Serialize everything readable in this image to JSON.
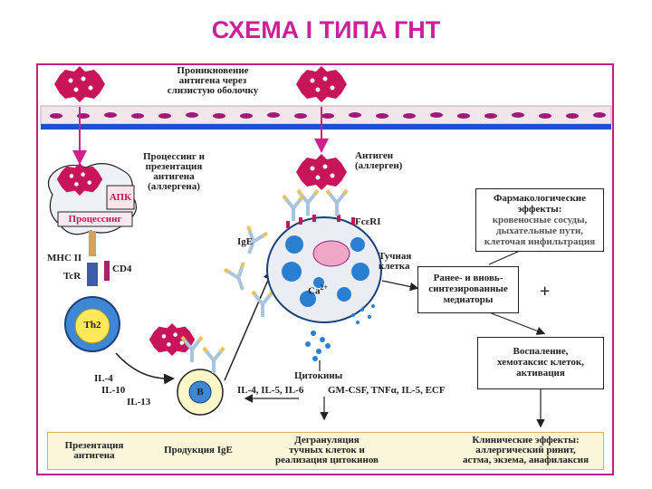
{
  "title": "СХЕМА I ТИПА ГНТ",
  "labels": {
    "penetration": [
      "Проникновение",
      "антигена через",
      "слизистую оболочку"
    ],
    "processing_presentation": [
      "Процессинг и",
      "презентация",
      "антигена",
      "(аллергена)"
    ],
    "apc": "АПК",
    "processing": "Процессинг",
    "mhc": "MHC II",
    "tcr": "TcR",
    "cd4": "CD4",
    "th2": "Th2",
    "il_left": [
      "IL-4",
      "IL-10",
      "IL-13"
    ],
    "b_cell": "B",
    "ige": "IgE",
    "antigen_allergen": [
      "Антиген",
      "(аллерген)"
    ],
    "fcer": "FcεRI",
    "mast_cell": [
      "Тучная",
      "клетка"
    ],
    "ca": "Ca",
    "ca_sup": "2+",
    "cytokines": "Цитокины",
    "il_mid": "IL-4, IL-5, IL-6",
    "cytokine_list": "GM-CSF, TNFα, IL-5, ECF",
    "plus": "+"
  },
  "boxes": {
    "pharmacological": [
      "Фармакологические",
      "эффекты:",
      "кровеносные сосуды,",
      "дыхательные пути,",
      "клеточая инфильтрация"
    ],
    "mediators": [
      "Ранее- и вновь-",
      "синтезированные",
      "медиаторы"
    ],
    "inflammation": [
      "Воспаление,",
      "хемотаксис клеток,",
      "активация"
    ]
  },
  "bottom": {
    "step1": [
      "Презентация",
      "антигена"
    ],
    "step2": "Продукция IgE",
    "step3": [
      "Дегрануляция",
      "тучных клеток и",
      "реализация цитокинов"
    ],
    "step4": [
      "Клинические эффекты:",
      "аллергический ринит,",
      "астма, экзема, анафилаксия"
    ]
  },
  "colors": {
    "title": "#cc1f9a",
    "frame": "#c0208a",
    "antigen": "#c8155a",
    "membrane": "#1f4fd0",
    "epithelium": "#f3e6ea",
    "nucleus": "#a11a7a",
    "mast_granule": "#2a7fd0"
  }
}
